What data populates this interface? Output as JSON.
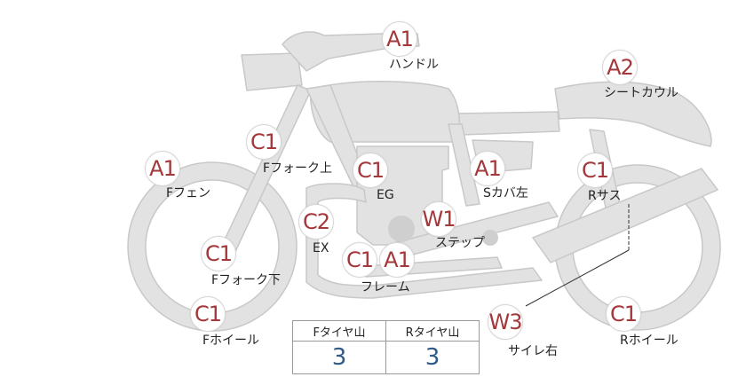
{
  "parts": [
    {
      "code": "A1",
      "label": "ハンドル"
    },
    {
      "code": "A2",
      "label": "シートカウル"
    },
    {
      "code": "C1",
      "label": "Fフォーク上"
    },
    {
      "code": "A1",
      "label": "Fフェン"
    },
    {
      "code": "C1",
      "label": "EG"
    },
    {
      "code": "A1",
      "label": "Sカバ左"
    },
    {
      "code": "C1",
      "label": "Rサス"
    },
    {
      "code": "C2",
      "label": "EX"
    },
    {
      "code": "W1",
      "label": "ステップ"
    },
    {
      "code": "C1",
      "label": "Fフォーク下"
    },
    {
      "code": "C1",
      "label": ""
    },
    {
      "code": "A1",
      "label": "フレーム"
    },
    {
      "code": "W3",
      "label": "サイレ右"
    },
    {
      "code": "C1",
      "label": "Fホイール"
    },
    {
      "code": "C1",
      "label": "Rホイール"
    }
  ],
  "tire_table": {
    "headers": [
      "Fタイヤ山",
      "Rタイヤ山"
    ],
    "values": [
      "3",
      "3"
    ]
  },
  "colors": {
    "badge_text": "#a4373a",
    "bike_fill": "#e2e2e2",
    "bike_stroke": "#c6c6c6",
    "table_value": "#2f5a8a"
  }
}
